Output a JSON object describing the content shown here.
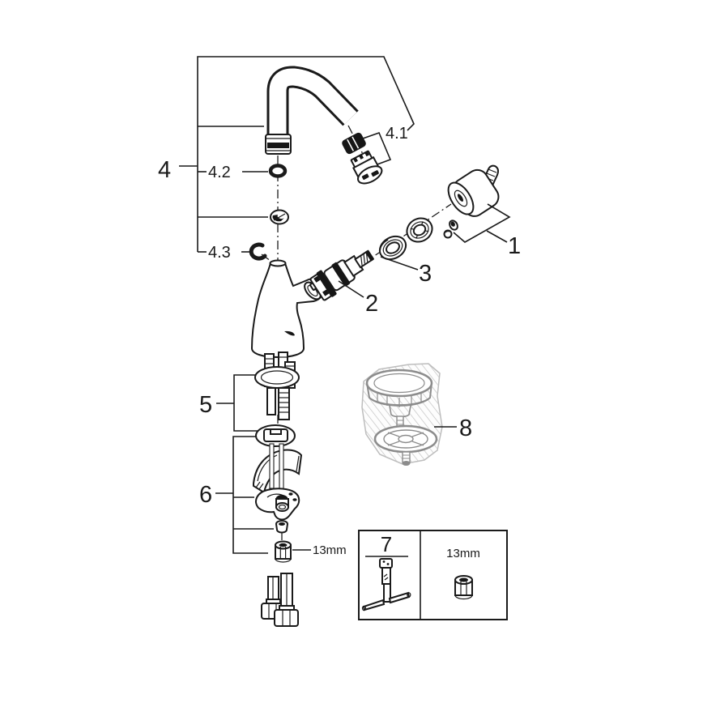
{
  "page": {
    "background": "#ffffff",
    "ink_color": "#1a1a1a",
    "accessory_ink_color": "#8c8c8c"
  },
  "labels": {
    "part1": "1",
    "part2": "2",
    "part3": "3",
    "part4": "4",
    "part4_1": "4.1",
    "part4_2": "4.2",
    "part4_3": "4.3",
    "part5": "5",
    "part6": "6",
    "part7": "7",
    "part8": "8",
    "hex_nut_size": "13mm",
    "toolbox_nut_size": "13mm"
  },
  "parts": {
    "1": "handle-knob-with-lever-and-grub-screw",
    "2": "mixer-cartridge",
    "3": "cartridge-ring-and-escutcheon",
    "4": "swivel-spout-assembly",
    "4.1": "mousseur-aerator-with-coupling",
    "4.2": "o-ring",
    "4.3": "retaining-clip",
    "5": "mounting-shank-with-o-ring-flange",
    "6": "fixing-set-gasket-wedge-clamp-nuts",
    "7": "socket-wrench-tool",
    "8": "pop-up-waste-plug"
  }
}
